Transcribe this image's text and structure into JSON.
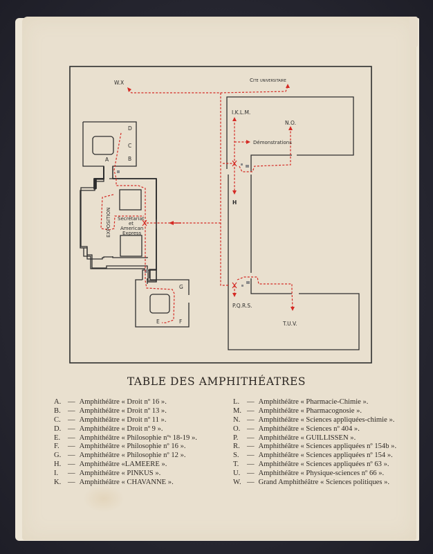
{
  "map": {
    "labels": {
      "wx": "W.X",
      "cite": "Cite universitaire",
      "iklm": "I.K.L.M.",
      "no": "N.O.",
      "demonstrations": "Démonstrations",
      "h": "H",
      "pqrs": "P.Q.R.S.",
      "tuv": "T.U.V.",
      "a": "A",
      "b": "B",
      "c": "C",
      "d": "D",
      "e": "E",
      "f": "F",
      "g": "G",
      "exposition": "EXPOSITION",
      "secretariat_1": "Secrétariat",
      "secretariat_2": "et",
      "secretariat_3": "American",
      "secretariat_4": "Express"
    },
    "route_color": "#d42a24",
    "wall_color": "#2e2e2e"
  },
  "table": {
    "title": "TABLE DES AMPHITHÉATRES",
    "left": [
      {
        "key": "A.",
        "text": "Amphithéâtre « Droit nº 16 »."
      },
      {
        "key": "B.",
        "text": "Amphithéâtre « Droit nº 13 »."
      },
      {
        "key": "C.",
        "text": "Amphithéâtre « Droit nº 11 »."
      },
      {
        "key": "D.",
        "text": "Amphithéâtre « Droit nº 9 »."
      },
      {
        "key": "E.",
        "text": "Amphithéâtre « Philosophie nºˢ 18-19 »."
      },
      {
        "key": "F.",
        "text": "Amphithéâtre « Philosophie nº 16 »."
      },
      {
        "key": "G.",
        "text": "Amphithéâtre « Philosophie nº 12 »."
      },
      {
        "key": "H.",
        "text": "Amphithéâtre «LAMEERE »."
      },
      {
        "key": "I.",
        "text": "Amphithéâtre « PINKUS »."
      },
      {
        "key": "K.",
        "text": "Amphithéâtre « CHAVANNE »."
      }
    ],
    "right": [
      {
        "key": "L.",
        "text": "Amphithéâtre « Pharmacie-Chimie »."
      },
      {
        "key": "M.",
        "text": "Amphithéâtre « Pharmacognosie »."
      },
      {
        "key": "N.",
        "text": "Amphithéâtre « Sciences appliquées-chimie »."
      },
      {
        "key": "O.",
        "text": "Amphithéâtre « Sciences nº 404 »."
      },
      {
        "key": "P.",
        "text": "Amphithéâtre « GUILLISSEN »."
      },
      {
        "key": "R.",
        "text": "Amphithéâtre « Sciences appliquées nº 154b »."
      },
      {
        "key": "S.",
        "text": "Amphithéâtre « Sciences appliquées nº 154 »."
      },
      {
        "key": "T.",
        "text": "Amphithéâtre « Sciences appliquées nº 63 »."
      },
      {
        "key": "U.",
        "text": "Amphithéâtre « Physique-sciences nº 66 »."
      },
      {
        "key": "W.",
        "text": "Grand Amphithéâtre « Sciences politiques »."
      }
    ],
    "dash": "—"
  }
}
